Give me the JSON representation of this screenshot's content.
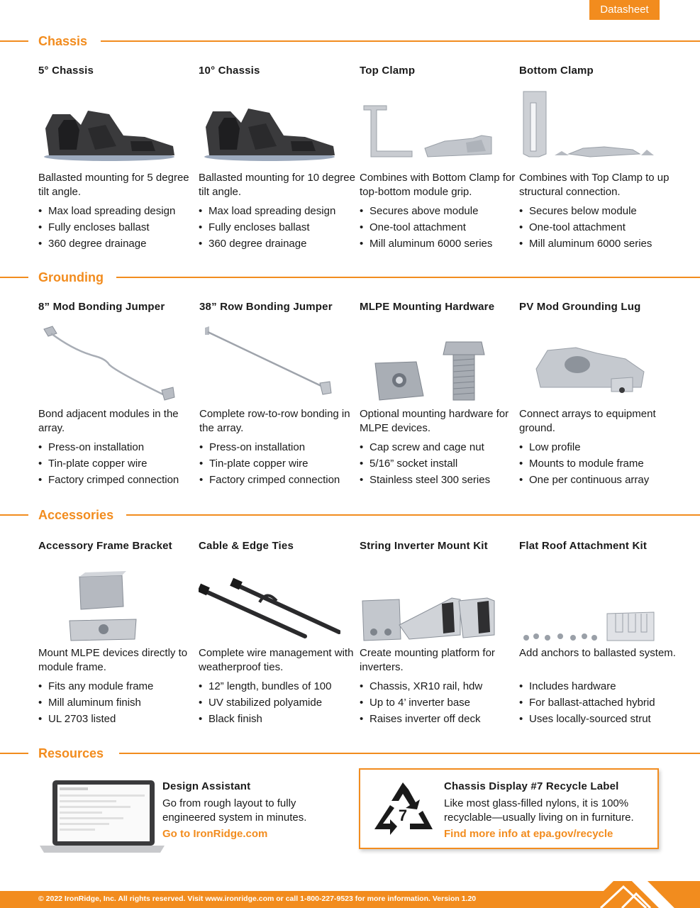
{
  "badge": "Datasheet",
  "sections": {
    "chassis": "Chassis",
    "grounding": "Grounding",
    "accessories": "Accessories",
    "resources": "Resources"
  },
  "chassis": [
    {
      "name": "5° Chassis",
      "desc": "Ballasted mounting for 5 degree tilt angle.",
      "bullets": [
        "Max load spreading design",
        "Fully encloses ballast",
        "360 degree drainage"
      ]
    },
    {
      "name": "10° Chassis",
      "desc": "Ballasted mounting for 10 degree tilt angle.",
      "bullets": [
        "Max load spreading design",
        "Fully encloses ballast",
        "360 degree drainage"
      ]
    },
    {
      "name": "Top Clamp",
      "desc": "Combines with Bottom Clamp for top-bottom module grip.",
      "bullets": [
        "Secures above module",
        "One-tool attachment",
        "Mill aluminum 6000 series"
      ]
    },
    {
      "name": "Bottom Clamp",
      "desc": "Combines with Top Clamp to up structural connection.",
      "bullets": [
        "Secures below module",
        "One-tool attachment",
        "Mill aluminum 6000 series"
      ]
    }
  ],
  "grounding": [
    {
      "name": "8” Mod Bonding Jumper",
      "desc": "Bond adjacent modules in the array.",
      "bullets": [
        "Press-on installation",
        "Tin-plate copper wire",
        "Factory crimped connection"
      ]
    },
    {
      "name": "38” Row Bonding Jumper",
      "desc": "Complete row-to-row bonding in the array.",
      "bullets": [
        "Press-on installation",
        "Tin-plate copper wire",
        "Factory crimped connection"
      ]
    },
    {
      "name": "MLPE Mounting Hardware",
      "desc": "Optional mounting hardware for MLPE devices.",
      "bullets": [
        "Cap screw and cage nut",
        "5/16” socket install",
        "Stainless steel 300 series"
      ]
    },
    {
      "name": "PV Mod Grounding Lug",
      "desc": "Connect arrays to equipment ground.",
      "bullets": [
        "Low profile",
        "Mounts to module frame",
        "One per continuous array"
      ]
    }
  ],
  "accessories": [
    {
      "name": "Accessory Frame Bracket",
      "desc": "Mount MLPE devices directly to module frame.",
      "bullets": [
        "Fits any module frame",
        "Mill aluminum finish",
        "UL 2703 listed"
      ]
    },
    {
      "name": "Cable & Edge Ties",
      "desc": "Complete wire management with weatherproof ties.",
      "bullets": [
        "12” length, bundles of 100",
        "UV stabilized polyamide",
        "Black finish"
      ]
    },
    {
      "name": "String Inverter Mount Kit",
      "desc": "Create mounting platform for inverters.",
      "bullets": [
        "Chassis, XR10 rail, hdw",
        "Up to 4’ inverter base",
        "Raises inverter off deck"
      ]
    },
    {
      "name": "Flat Roof Attachment Kit",
      "desc": "Add anchors to ballasted system.",
      "bullets": [
        "Includes hardware",
        "For ballast-attached hybrid",
        "Uses locally-sourced strut"
      ]
    }
  ],
  "resources": {
    "design": {
      "title": "Design Assistant",
      "desc": "Go from rough layout to fully engineered system in minutes.",
      "link": "Go to IronRidge.com"
    },
    "recycle": {
      "title": "Chassis Display #7 Recycle Label",
      "desc": "Like most glass-filled nylons, it is 100% recyclable—usually living on in furniture.",
      "link": "Find more info at epa.gov/recycle",
      "number": "7"
    }
  },
  "footer": "© 2022 IronRidge, Inc. All rights reserved. Visit www.ironridge.com or call 1-800-227-9523 for more information. Version 1.20",
  "colors": {
    "accent": "#F28C1E",
    "text": "#1a1a1a"
  }
}
